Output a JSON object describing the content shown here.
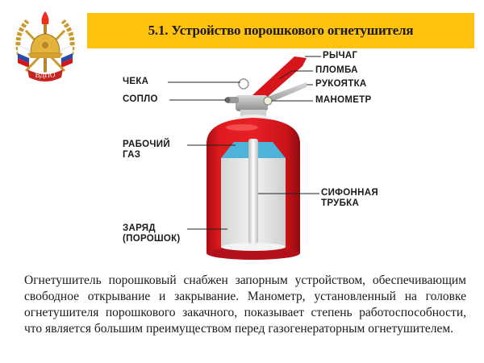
{
  "header": {
    "title": "5.1. Устройство порошкового огнетушителя",
    "title_bg_color": "#FFC20E",
    "logo": {
      "icon": "vdpo-emblem-icon",
      "text": "ВДПО"
    }
  },
  "diagram": {
    "subject": "fire-extinguisher-cutaway",
    "body_color": "#D8151B",
    "gas_color": "#4FB3D9",
    "labels_left": [
      {
        "id": "cheka",
        "text": "ЧЕКА"
      },
      {
        "id": "soplo",
        "text": "СОПЛО"
      },
      {
        "id": "rabochiy-gaz",
        "line1": "РАБОЧИЙ",
        "line2": "ГАЗ"
      },
      {
        "id": "zaryad",
        "line1": "ЗАРЯД",
        "line2": "(ПОРОШОК)"
      }
    ],
    "labels_right": [
      {
        "id": "rychag",
        "text": "РЫЧАГ"
      },
      {
        "id": "plomba",
        "text": "ПЛОМБА"
      },
      {
        "id": "rukoyatka",
        "text": "РУКОЯТКА"
      },
      {
        "id": "manometr",
        "text": "МАНОМЕТР"
      },
      {
        "id": "sifonnaya-trubka",
        "line1": "СИФОННАЯ",
        "line2": "ТРУБКА"
      }
    ]
  },
  "body": {
    "paragraph": "Огнетушитель порошковый снабжен запорным устройством, обеспечивающим свободное открывание и закрывание. Манометр, установленный на головке огнетушителя порошкового закачного, показывает степень работоспособности, что является большим преимуществом перед газогенераторным огнетушителем."
  }
}
